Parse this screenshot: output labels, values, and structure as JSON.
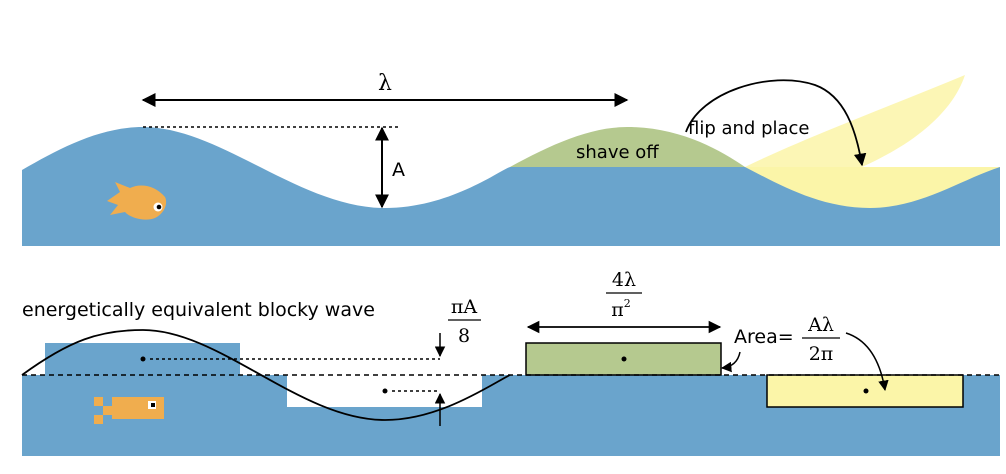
{
  "top_panel": {
    "wavelength_symbol": "λ",
    "amplitude_label": "A",
    "shave_label": "shave off",
    "flip_label": "flip and place"
  },
  "bottom_panel": {
    "title": "energetically equivalent blocky wave",
    "height_numerator": "πA",
    "height_denominator": "8",
    "width_numerator": "4λ",
    "width_denominator_base": "π",
    "width_denominator_exp": "2",
    "area_prefix": "Area=",
    "area_numerator": "Aλ",
    "area_denominator": "2π"
  },
  "colors": {
    "water": "#6aa4cc",
    "shaved": "#b5c98f",
    "placed": "#fbf5a8",
    "fish": "#f0ad4e",
    "line": "#000000"
  }
}
